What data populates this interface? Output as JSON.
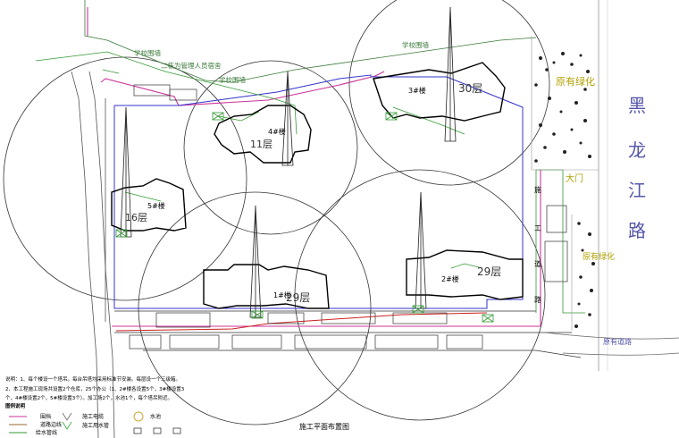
{
  "drawing": {
    "title": "施工平面布置图",
    "road_name": "黑龙江路",
    "road_chars": [
      "黑",
      "龙",
      "江",
      "路"
    ],
    "gate_label": "大门",
    "fence_labels": [
      "学校围墙",
      "学校围墙",
      "学校围墙"
    ],
    "dorm_label": "二栋为管理人员宿舍",
    "bottom_road_label": "原有道路",
    "green_labels": [
      "原有绿化",
      "原有绿化"
    ],
    "side_road_chars": [
      "施",
      "工",
      "道",
      "路"
    ]
  },
  "buildings": [
    {
      "id": "b1",
      "name": "1#楼",
      "floors": "29层"
    },
    {
      "id": "b2",
      "name": "2#楼",
      "floors": "29层"
    },
    {
      "id": "b3",
      "name": "3#楼",
      "floors": "30层"
    },
    {
      "id": "b4",
      "name": "4#楼",
      "floors": "11层"
    },
    {
      "id": "b5",
      "name": "5#楼",
      "floors": "16层"
    }
  ],
  "notes": {
    "line1": "说明：1、每个楼设一个塔吊。每台吊塔均采用标准节安装。每层设一个三级箱。",
    "line2": "2、本工程施工现场共设置2个仓库，25个办公（1、2#楼各设置5个，3#楼设置3",
    "line3": "个，4#楼设置2个，5#楼设置3个）。加工场2个，水池1个，每个塔吊附近。",
    "legend_title": "图例说明"
  },
  "legend": [
    {
      "key": "fence",
      "label": "围挡",
      "color": "#cc3399"
    },
    {
      "key": "road",
      "label": "道路边线",
      "color": "#996633"
    },
    {
      "key": "water",
      "label": "给水管线",
      "color": "#339933"
    },
    {
      "key": "power",
      "label": "施工电缆",
      "color": "#666666"
    },
    {
      "key": "pipe",
      "label": "施工用水管",
      "color": "#33aa33"
    },
    {
      "key": "well",
      "label": "水池",
      "color": "#ccaa33"
    }
  ],
  "colors": {
    "fence": "#cc3399",
    "road": "#996633",
    "water": "#339933",
    "site_boundary": "#3333cc",
    "wall_label": "#3a7a3a",
    "road_text": "#5555aa",
    "green_text": "#b1a000",
    "tower": "#222222",
    "circle": "#333333"
  }
}
